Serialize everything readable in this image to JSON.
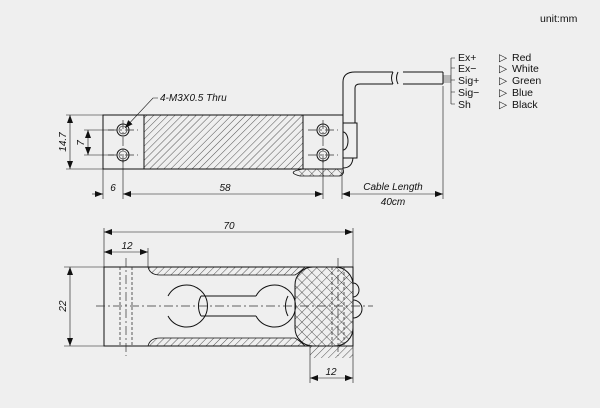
{
  "unit_label": "unit:mm",
  "top_view": {
    "hole_note": "4-M3X0.5 Thru",
    "dim_height": "14.7",
    "dim_hole_spacing": "7",
    "dim_edge": "6",
    "dim_hole_distance": "58",
    "cable_label": "Cable Length",
    "cable_value": "40cm"
  },
  "wiring": [
    {
      "signal": "Ex+",
      "color": "Red"
    },
    {
      "signal": "Ex−",
      "color": "White"
    },
    {
      "signal": "Sig+",
      "color": "Green"
    },
    {
      "signal": "Sig−",
      "color": "Blue"
    },
    {
      "signal": "Sh",
      "color": "Black"
    }
  ],
  "bottom_view": {
    "dim_length": "70",
    "dim_left_block": "12",
    "dim_width": "22",
    "dim_right_block": "12"
  }
}
